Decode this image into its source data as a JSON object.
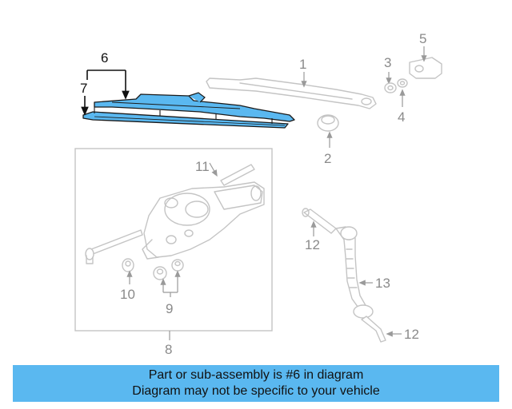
{
  "diagram": {
    "callouts": {
      "c1": "1",
      "c2": "2",
      "c3": "3",
      "c4": "4",
      "c5": "5",
      "c6": "6",
      "c7": "7",
      "c8": "8",
      "c9": "9",
      "c10": "10",
      "c11": "11",
      "c12a": "12",
      "c12b": "12",
      "c13": "13"
    },
    "highlight_color": "#5ab8f0"
  },
  "banner": {
    "line1": "Part or sub-assembly is #6 in diagram",
    "line2": "Diagram may not be specific to your vehicle"
  }
}
